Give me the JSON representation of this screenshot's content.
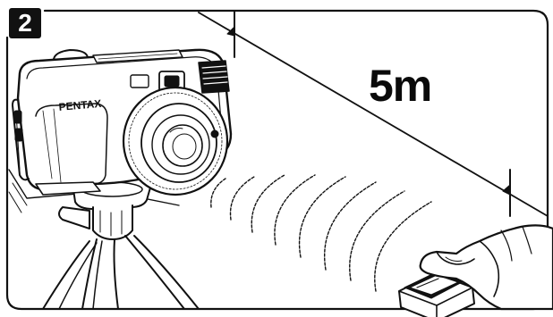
{
  "figure": {
    "step_number": "2",
    "distance_label": "5m",
    "camera_brand": "PENTAX"
  },
  "icons": {
    "camera": "compact-camera",
    "tripod": "mini-tripod",
    "remote": "remote-control",
    "hand": "hand-pressing",
    "signal": "infrared-waves"
  },
  "colors": {
    "ink": "#111111",
    "paper": "#ffffff",
    "badge_background": "#111111",
    "badge_text": "#ffffff"
  }
}
